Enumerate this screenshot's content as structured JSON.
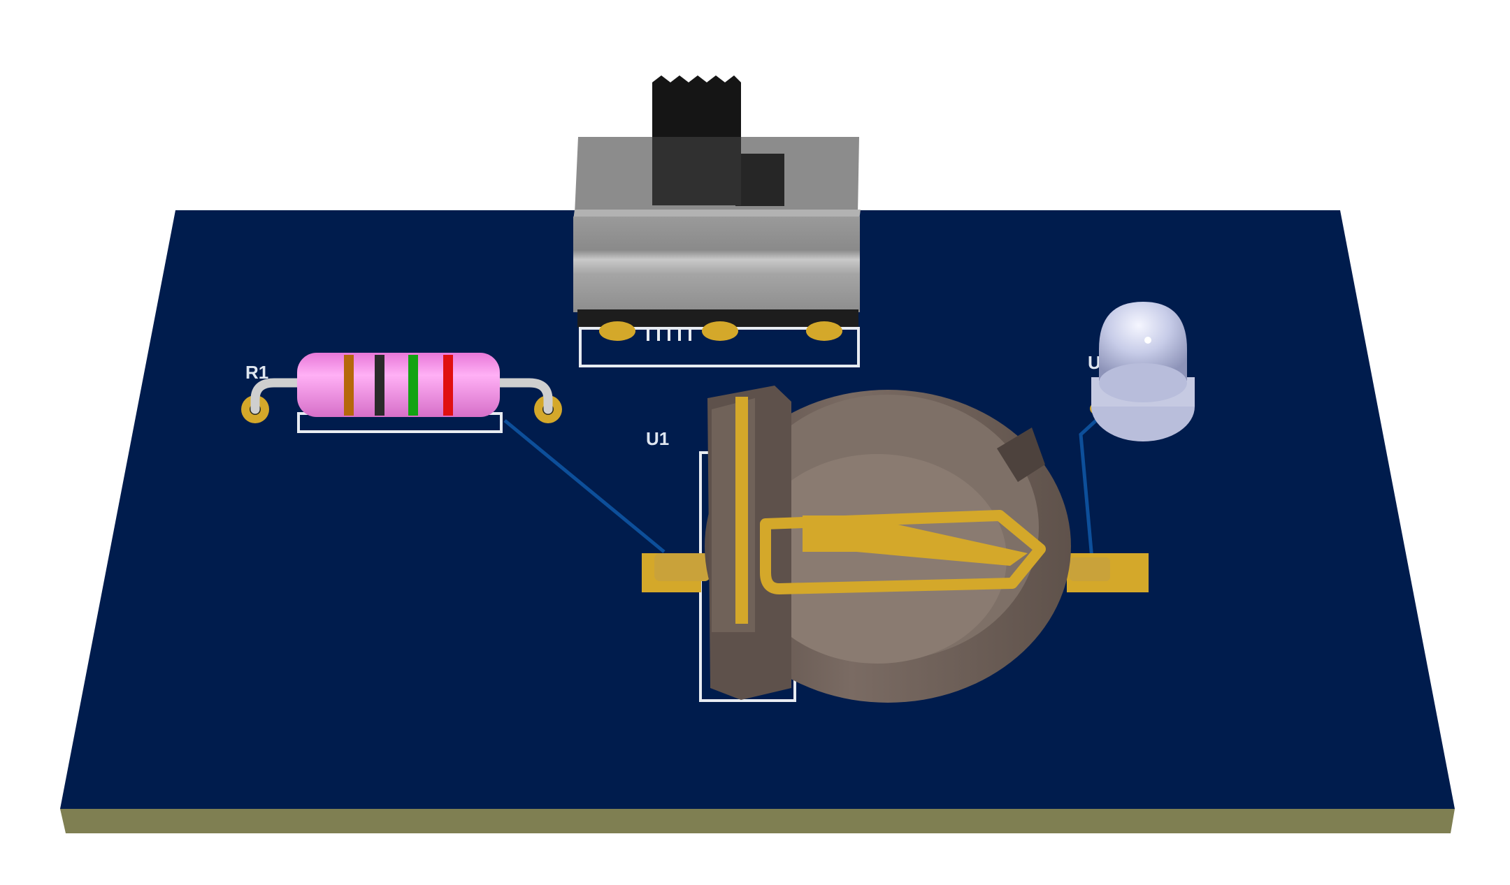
{
  "labels": {
    "resistor": "R1",
    "holder": "U1",
    "led": "U"
  },
  "colors": {
    "board": "#001c4d",
    "board_edge": "#7f7f52",
    "silkscreen": "#e8ecf2",
    "copper": "#d4a82a",
    "trace": "#0d4f9a",
    "resistor_body": "#f48de6",
    "switch_body": "#8f8f8f",
    "switch_knob": "#2a2a2a",
    "holder_plastic": "#6f615a",
    "led": "#c9cee8"
  },
  "resistor_bands": [
    "#b5680b",
    "#2a2a2a",
    "#13a313",
    "#e01010"
  ]
}
